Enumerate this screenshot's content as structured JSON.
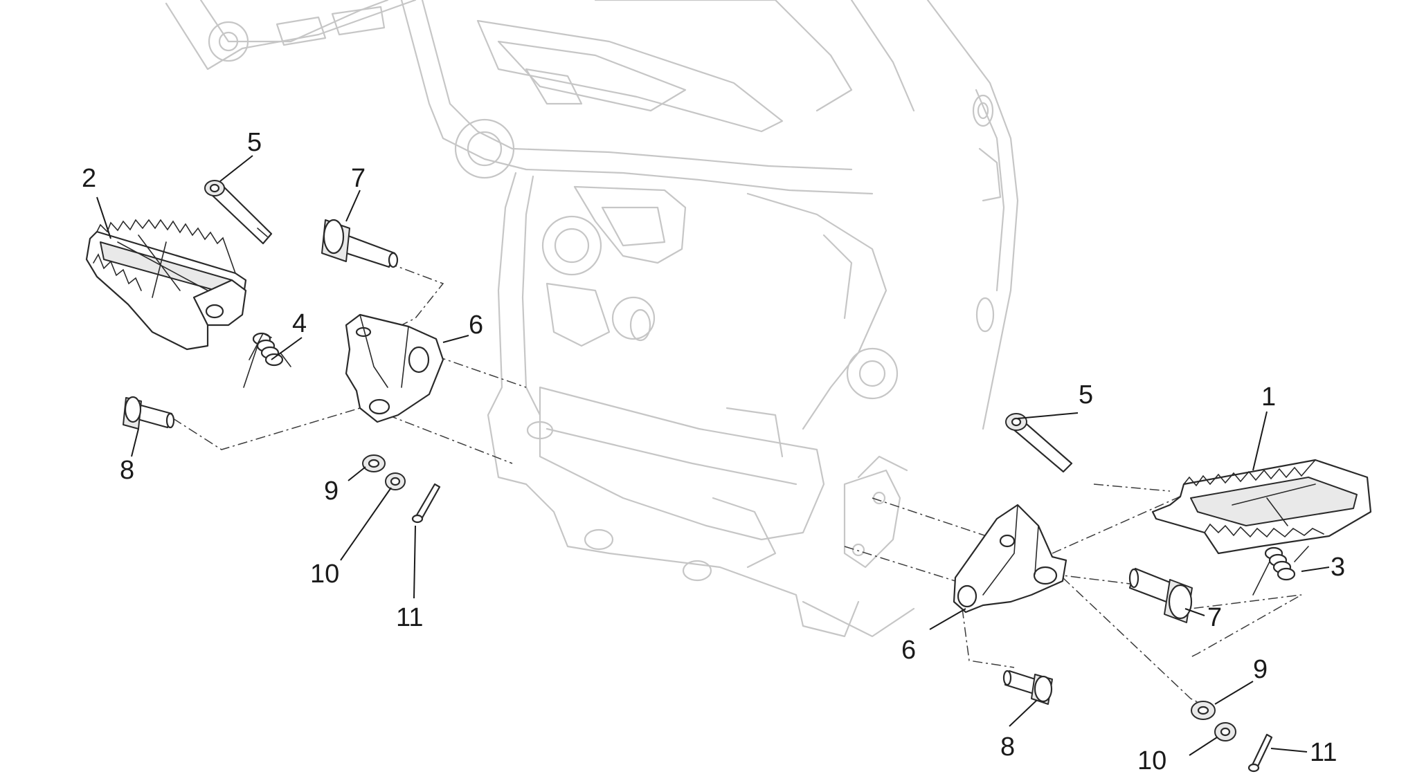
{
  "callouts": {
    "c1": "1",
    "c2": "2",
    "c3": "3",
    "c4": "4",
    "c5_left": "5",
    "c5_right": "5",
    "c6_left": "6",
    "c6_right": "6",
    "c7_left": "7",
    "c7_right": "7",
    "c8_left": "8",
    "c8_right": "8",
    "c9_left": "9",
    "c9_right": "9",
    "c10_left": "10",
    "c10_right": "10",
    "c11_left": "11",
    "c11_right": "11"
  }
}
